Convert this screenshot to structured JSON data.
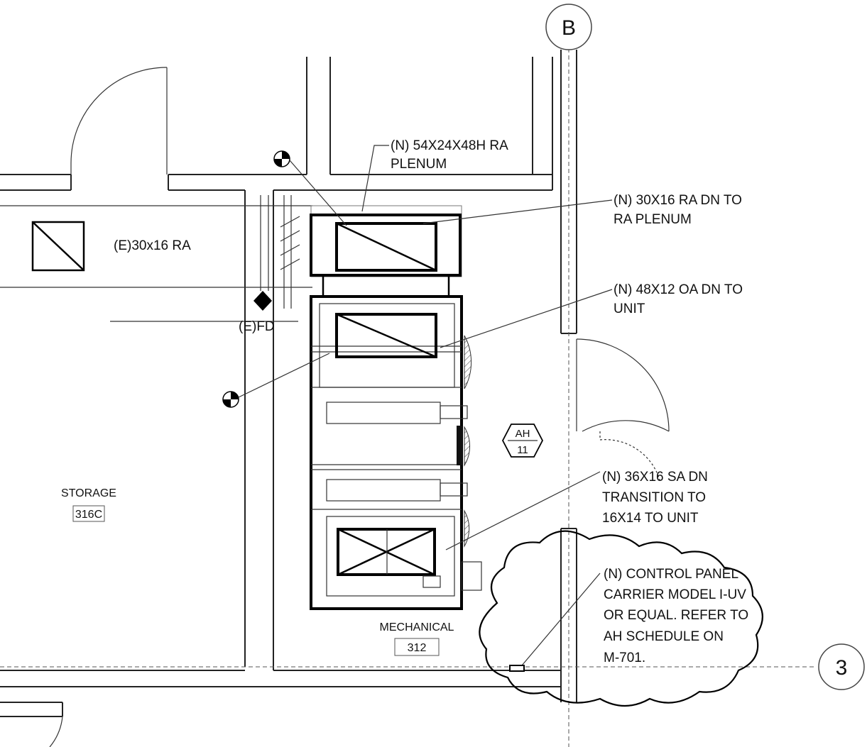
{
  "labels": {
    "ra_plenum_line1": "(N) 54X24X48H RA",
    "ra_plenum_line2": "PLENUM",
    "ra_dn_line1": "(N) 30X16 RA DN TO",
    "ra_dn_line2": "RA PLENUM",
    "existing_ra": "(E)30x16 RA",
    "oa_dn_line1": "(N) 48X12 OA DN TO",
    "oa_dn_line2": "UNIT",
    "fire_damper": "(E)FD",
    "sa_dn_line1": "(N) 36X16 SA DN",
    "sa_dn_line2": "TRANSITION TO",
    "sa_dn_line3": "16X14 TO UNIT",
    "control_line1": "(N) CONTROL PANEL",
    "control_line2": "CARRIER MODEL I-UV",
    "control_line3": "OR EQUAL. REFER TO",
    "control_line4": "AH SCHEDULE ON",
    "control_line5": "M-701."
  },
  "rooms": {
    "storage_name": "STORAGE",
    "storage_number": "316C",
    "mechanical_name": "MECHANICAL",
    "mechanical_number": "312"
  },
  "equipment_tag": {
    "line1": "AH",
    "line2": "11"
  },
  "grid_bubbles": {
    "column": "B",
    "row": "3"
  }
}
